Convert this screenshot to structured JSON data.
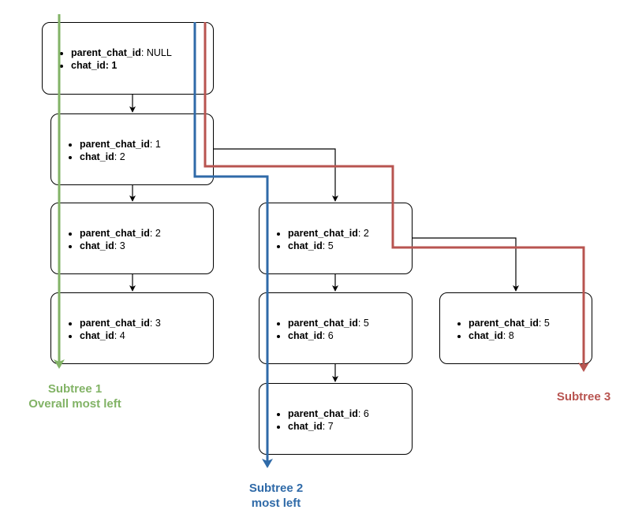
{
  "nodes": [
    {
      "id": "n1",
      "fields": [
        {
          "key": "parent_chat_id",
          "sep": ": ",
          "value": "NULL"
        },
        {
          "key": "chat_id:",
          "sep": " ",
          "value": "1"
        }
      ]
    },
    {
      "id": "n2",
      "fields": [
        {
          "key": "parent_chat_id",
          "sep": ": ",
          "value": "1"
        },
        {
          "key": "chat_id",
          "sep": ": ",
          "value": "2"
        }
      ]
    },
    {
      "id": "n3",
      "fields": [
        {
          "key": "parent_chat_id",
          "sep": ": ",
          "value": "2"
        },
        {
          "key": "chat_id",
          "sep": ": ",
          "value": "3"
        }
      ]
    },
    {
      "id": "n4",
      "fields": [
        {
          "key": "parent_chat_id",
          "sep": ": ",
          "value": "3"
        },
        {
          "key": "chat_id",
          "sep": ": ",
          "value": "4"
        }
      ]
    },
    {
      "id": "n5",
      "fields": [
        {
          "key": "parent_chat_id",
          "sep": ": ",
          "value": "2"
        },
        {
          "key": "chat_id",
          "sep": ": ",
          "value": "5"
        }
      ]
    },
    {
      "id": "n6",
      "fields": [
        {
          "key": "parent_chat_id",
          "sep": ": ",
          "value": "5"
        },
        {
          "key": "chat_id",
          "sep": ": ",
          "value": "6"
        }
      ]
    },
    {
      "id": "n7",
      "fields": [
        {
          "key": "parent_chat_id",
          "sep": ": ",
          "value": "6"
        },
        {
          "key": "chat_id",
          "sep": ": ",
          "value": "7"
        }
      ]
    },
    {
      "id": "n8",
      "fields": [
        {
          "key": "parent_chat_id",
          "sep": ": ",
          "value": "5"
        },
        {
          "key": "chat_id",
          "sep": ": ",
          "value": "8"
        }
      ]
    }
  ],
  "edges": [
    [
      "n1",
      "n2"
    ],
    [
      "n2",
      "n3"
    ],
    [
      "n3",
      "n4"
    ],
    [
      "n2",
      "n5"
    ],
    [
      "n5",
      "n6"
    ],
    [
      "n6",
      "n7"
    ],
    [
      "n5",
      "n8"
    ]
  ],
  "subtrees": [
    {
      "id": "subtree-1",
      "line1": "Subtree 1",
      "line2": "Overall most left",
      "color": "#82b366"
    },
    {
      "id": "subtree-2",
      "line1": "Subtree 2",
      "line2": "most left",
      "color": "#2f6aa8"
    },
    {
      "id": "subtree-3",
      "line1": "Subtree 3",
      "line2": "",
      "color": "#b85450"
    }
  ]
}
